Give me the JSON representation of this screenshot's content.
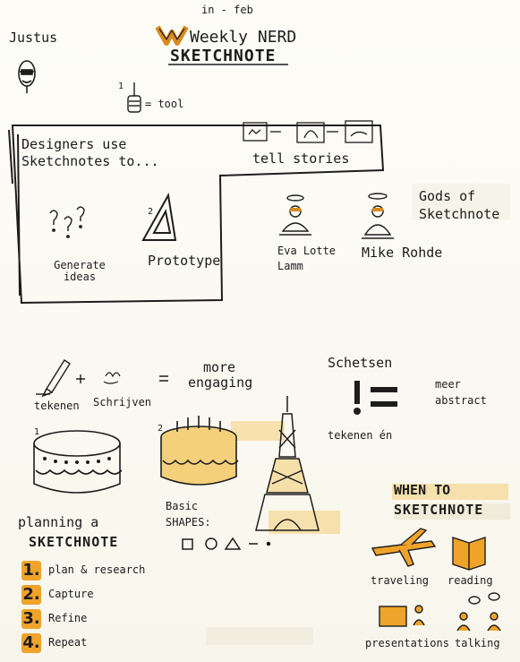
{
  "header": {
    "date": "in - feb",
    "author": "Justus",
    "title_line1": "Weekly NERD",
    "title_line2": "SKETCHNOTE"
  },
  "legend": {
    "number": "1",
    "equals_text": "= tool"
  },
  "box": {
    "title": "Designers use Sketchnotes to...",
    "tell_stories": "tell stories",
    "generate_ideas": "Generate ideas",
    "prototype": "Prototype",
    "prototype_number": "2"
  },
  "gods": {
    "title": "Gods of Sketchnote",
    "person1": "Eva Lotte Lamm",
    "person2": "Mike Rohde"
  },
  "formula": {
    "part1": "tekenen",
    "plus": "+",
    "part2": "Schrijven",
    "equals": "=",
    "result": "more engaging",
    "schetsen": "Schetsen",
    "schetsen_eq": "tekenen én",
    "meer_abstract": "meer abstract",
    "num1": "1",
    "num2": "2"
  },
  "shapes": {
    "label": "Basic SHAPES:"
  },
  "planning": {
    "title_line1": "planning a",
    "title_line2": "SKETCHNOTE",
    "steps": [
      {
        "num": "1.",
        "text": "plan & research"
      },
      {
        "num": "2.",
        "text": "Capture"
      },
      {
        "num": "3.",
        "text": "Refine"
      },
      {
        "num": "4.",
        "text": "Repeat"
      }
    ]
  },
  "when": {
    "title_line1": "WHEN TO",
    "title_line2": "SKETCHNOTE",
    "items": [
      "traveling",
      "reading",
      "presentations",
      "talking"
    ]
  },
  "colors": {
    "accent": "#f0a32a",
    "ink": "#1d1d1d",
    "highlight": "#f4d07a"
  }
}
